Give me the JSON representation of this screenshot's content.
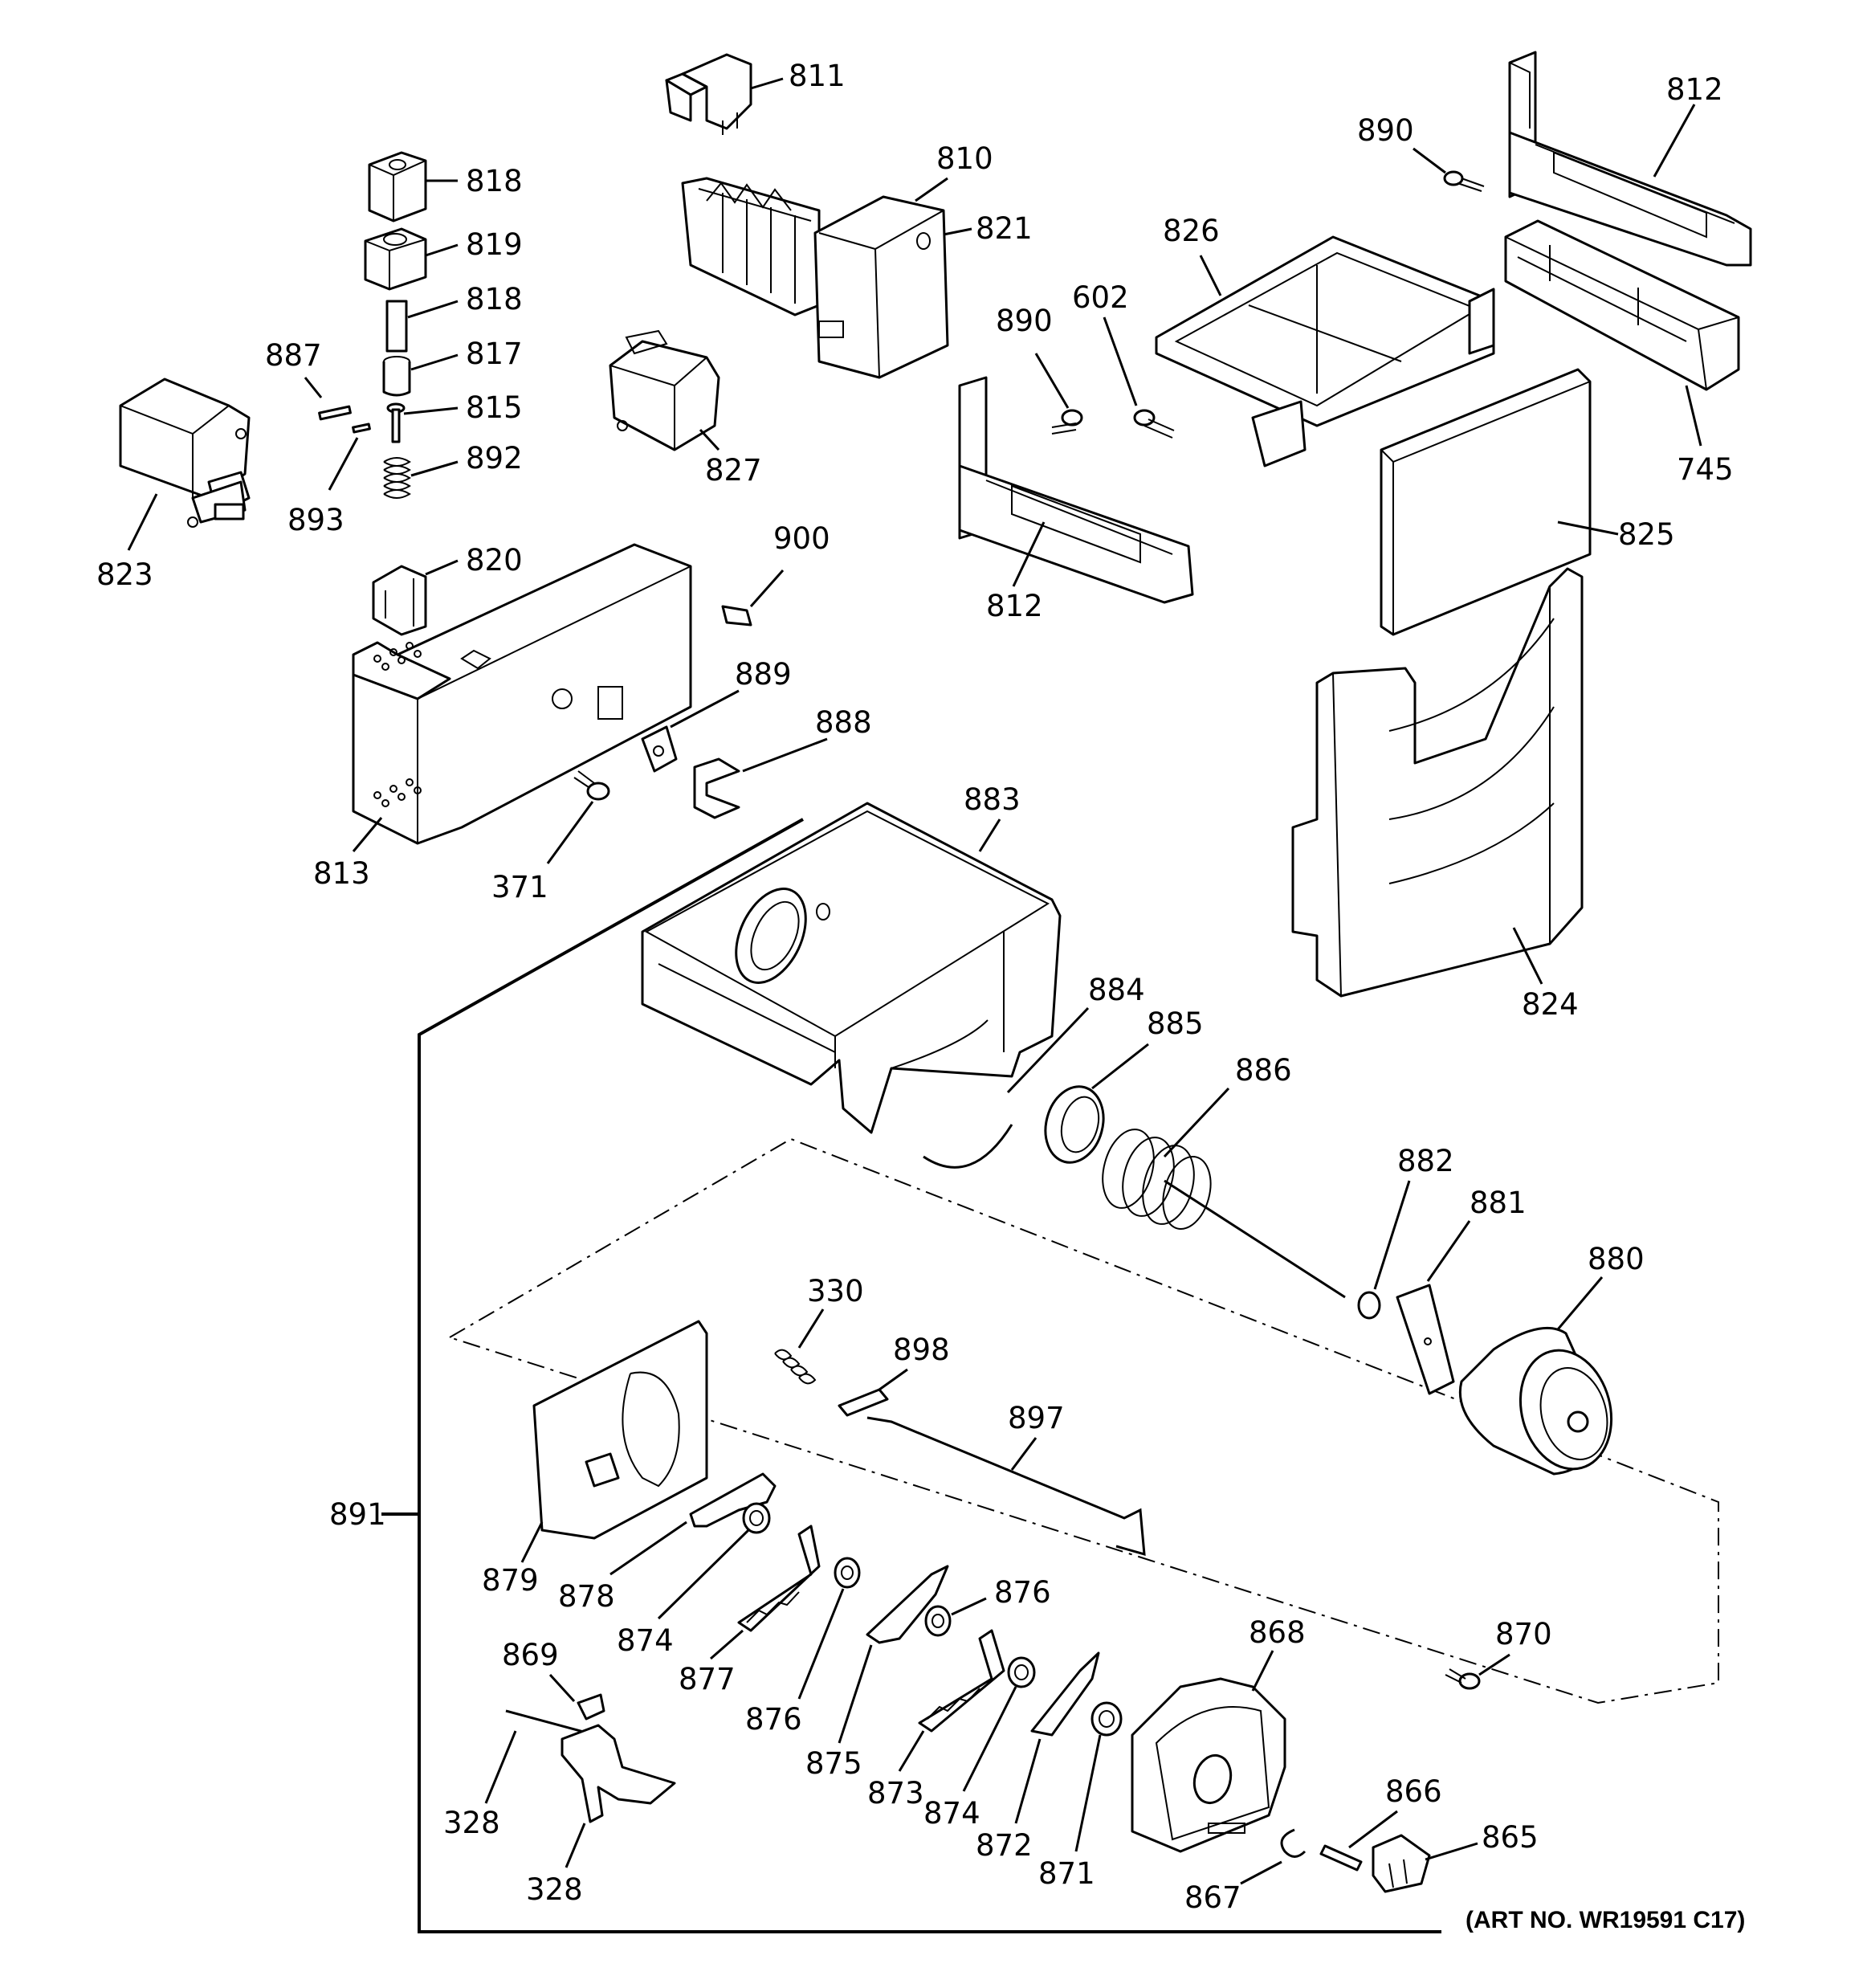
{
  "labels": {
    "l811": "811",
    "l810": "810",
    "l821": "821",
    "l812a": "812",
    "l890a": "890",
    "l818a": "818",
    "l819": "819",
    "l818b": "818",
    "l817": "817",
    "l815": "815",
    "l892": "892",
    "l887": "887",
    "l893": "893",
    "l823": "823",
    "l827": "827",
    "l826": "826",
    "l890b": "890",
    "l602": "602",
    "l812b": "812",
    "l745": "745",
    "l825": "825",
    "l820": "820",
    "l900": "900",
    "l889": "889",
    "l888": "888",
    "l813": "813",
    "l371": "371",
    "l883": "883",
    "l824": "824",
    "l884": "884",
    "l885": "885",
    "l886": "886",
    "l882": "882",
    "l881": "881",
    "l880": "880",
    "l330": "330",
    "l898": "898",
    "l897": "897",
    "l891": "891",
    "l879": "879",
    "l878": "878",
    "l874a": "874",
    "l877": "877",
    "l876a": "876",
    "l876b": "876",
    "l875": "875",
    "l873": "873",
    "l874b": "874",
    "l872": "872",
    "l871": "871",
    "l868": "868",
    "l870": "870",
    "l869": "869",
    "l328a": "328",
    "l328b": "328",
    "l866": "866",
    "l865": "865",
    "l867": "867"
  },
  "art_number": "(ART NO. WR19591 C17)"
}
